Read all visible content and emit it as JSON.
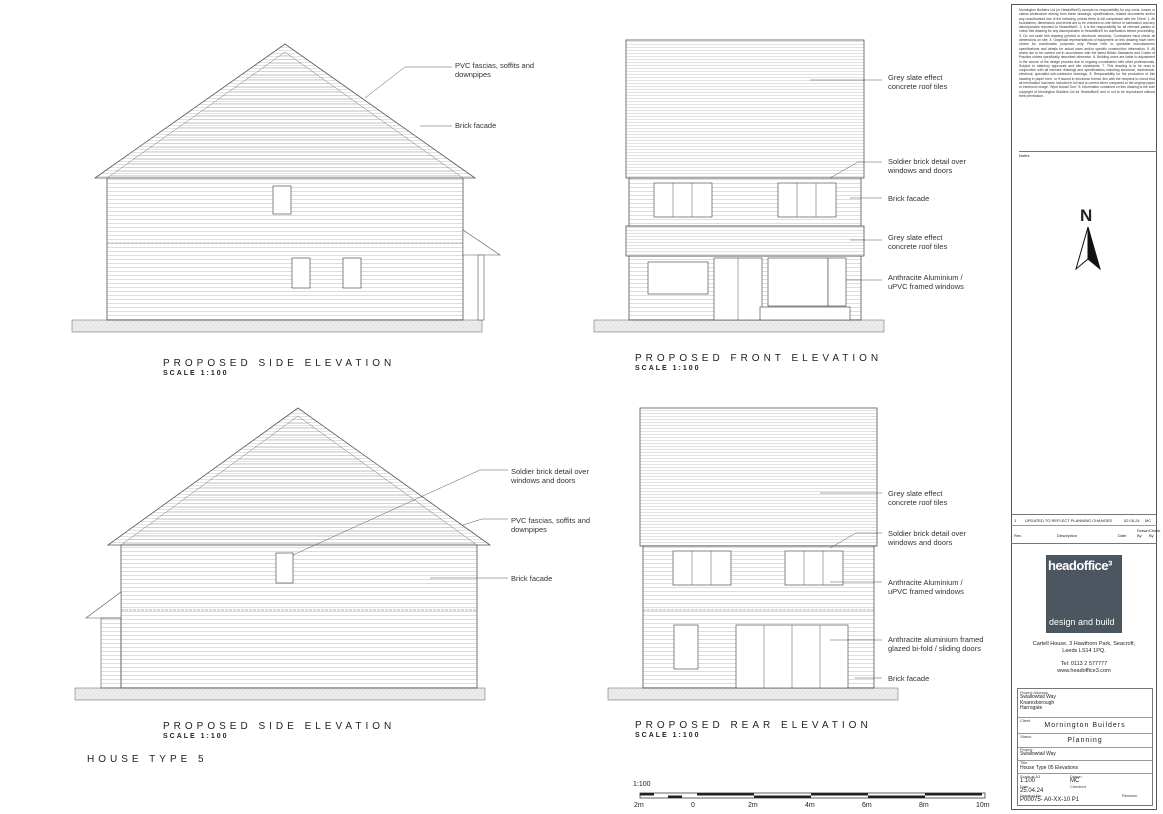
{
  "labels": {
    "pvc_side": "PVC fascias, soffits and\ndownpipes",
    "brick_side": "Brick facade",
    "grey_front": "Grey slate effect\nconcrete roof tiles",
    "soldier_front": "Soldier brick detail over\nwindows and doors",
    "brick_front": "Brick facade",
    "grey_front2": "Grey slate effect\nconcrete roof tiles",
    "anth_front": "Anthracite Aluminium /\nuPVC framed windows",
    "soldier_side2": "Soldier brick detail over\nwindows and doors",
    "pvc_side2": "PVC fascias, soffits and\ndownpipes",
    "brick_side2": "Brick facade",
    "grey_rear": "Grey slate effect\nconcrete roof tiles",
    "soldier_rear": "Soldier brick detail over\nwindows and doors",
    "anth_rear": "Anthracite Aluminium /\nuPVC framed windows",
    "bifold_rear": "Anthracite aluminium framed\nglazed bi-fold / sliding doors",
    "brick_rear": "Brick facade"
  },
  "titles": {
    "side1": "PROPOSED SIDE ELEVATION",
    "front": "PROPOSED FRONT ELEVATION",
    "side2": "PROPOSED SIDE ELEVATION",
    "rear": "PROPOSED REAR ELEVATION",
    "scale": "SCALE 1:100",
    "house_type": "HOUSE TYPE 5"
  },
  "scale_bar": {
    "ratio": "1:100",
    "ticks": [
      "2m",
      "0",
      "2m",
      "4m",
      "6m",
      "8m",
      "10m"
    ]
  },
  "notes_text": "Mornington Builders Ltd (or HeadofficeS) accepts no responsibility for any costs, losses or claims whatsoever arising from these drawings, specifications, related documents and/or any unauthorised use of the following, unless there is full compliance with the Client. 1. All boundaries, dimensions and levels are to be checked on site before to fabrication and any discrepancies reported to HeadofficeS. 2. It is the responsibility for all relevant parties to check this drawing for any discrepancies to HeadofficeS for clarification before proceeding. 3. Do not scale this drawing (printed or electronic versions). Contractors must check all dimensions on site. 4. Graphical representations of equipment on this drawing have been shown for coordination purposes only. Please refer to specialist manufacturers specifications and details for actual sizes and/or specific construction information. 5. All works are to be carried out in accordance with the latest British Standards and Codes of Practice unless specifically described otherwise. 6. Building users are liable to adjustment in the course of the design process due to ongoing coordination with other professionals. Subject to statutory approvals and site constraints. 7. This drawing is to be read in conjunction with all relevant drawings and specifications including structural, mechanical, electrical, specialist sub-contractor drawings. 8. Responsibility for the production of this drawing in paper form, or if issued in electronic format, lies with the recipient to check that all information has been included in full and is correct when compared to the original paper or electronic image. 'Wyre Ashad Tom'. 9. Information contained on this drawing is the sole copyright of Mornington Builders Ltd for HeadofficeS and is not to be reproduced without their permission.",
  "notes_label": "Notes",
  "north": "N",
  "revision": {
    "number": "1",
    "description": "UPDATED TO REFLECT PLANNING CHANGES",
    "date": "02.05.24",
    "by": "MC",
    "headers": [
      "Rev.",
      "Description",
      "Date",
      "Drawn By",
      "Check By"
    ]
  },
  "company": {
    "name": "headoffice³",
    "tagline": "design and build",
    "address1": "Cartell House, 3 Hawthorn Park, Seacroft,",
    "address2": "Leeds LS14 1PQ.",
    "tel": "Tel: 0113 2 577777",
    "web": "www.headoffice3.com"
  },
  "project": {
    "address_label": "Project Address",
    "address": "Swallowtail Way\nKnaresborough\nHarrogate",
    "client_label": "Client",
    "client": "Mornington Builders",
    "status_label": "Status",
    "status": "Planning",
    "project_label": "Project",
    "project": "Swallowtail Way",
    "title_label": "Title",
    "title": "House Type 05 Elevations",
    "scale_label": "Scale at A3",
    "scale": "1:100",
    "drawn_label": "Drawn",
    "drawn": "MC",
    "date_label": "Date",
    "date": "25.04.24",
    "checked_label": "Checked",
    "number_label": "Drawing No.",
    "number": "P00075- A0-XX-10 P1",
    "revision_label": "Revision"
  },
  "colors": {
    "line": "#555555",
    "hatch": "#bdbdbd",
    "ground": "#e9e9e9",
    "logo_bg": "#4b5660"
  }
}
